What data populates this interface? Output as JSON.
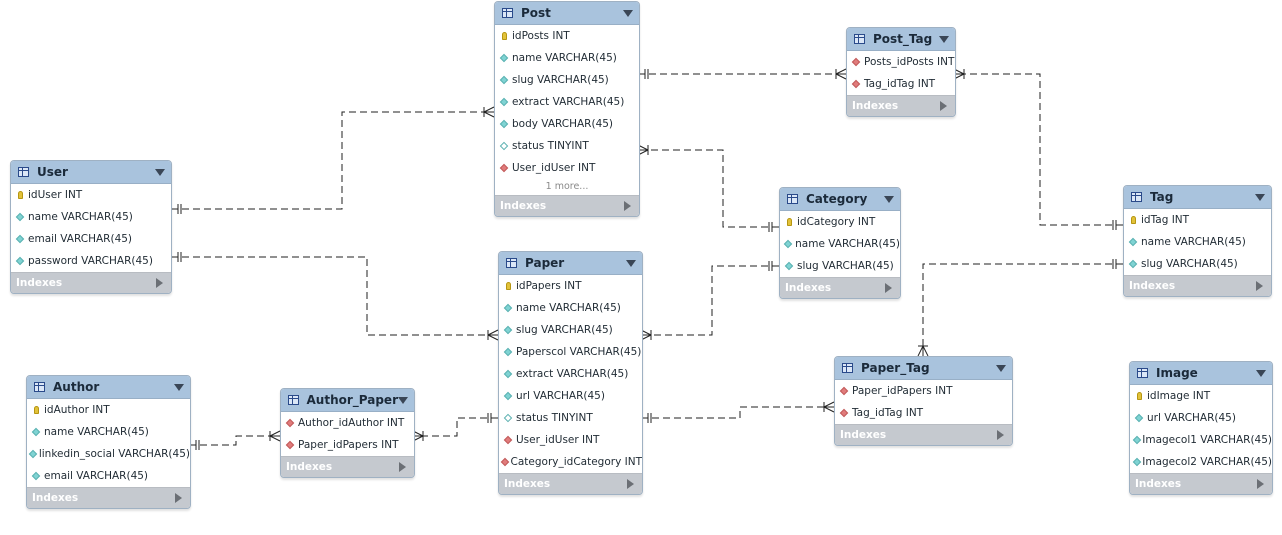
{
  "diagram": {
    "indexes_label": "Indexes",
    "tables": [
      {
        "id": "post",
        "name": "Post",
        "columns": [
          {
            "key": "pk",
            "text": "idPosts INT"
          },
          {
            "key": "col",
            "text": "name VARCHAR(45)"
          },
          {
            "key": "col",
            "text": "slug VARCHAR(45)"
          },
          {
            "key": "col",
            "text": "extract VARCHAR(45)"
          },
          {
            "key": "col",
            "text": "body VARCHAR(45)"
          },
          {
            "key": "null",
            "text": "status TINYINT"
          },
          {
            "key": "fk",
            "text": "User_idUser INT"
          }
        ],
        "more": "1 more..."
      },
      {
        "id": "post_tag",
        "name": "Post_Tag",
        "columns": [
          {
            "key": "fk",
            "text": "Posts_idPosts INT"
          },
          {
            "key": "fk",
            "text": "Tag_idTag INT"
          }
        ]
      },
      {
        "id": "user",
        "name": "User",
        "columns": [
          {
            "key": "pk",
            "text": "idUser INT"
          },
          {
            "key": "col",
            "text": "name VARCHAR(45)"
          },
          {
            "key": "col",
            "text": "email VARCHAR(45)"
          },
          {
            "key": "col",
            "text": "password VARCHAR(45)"
          }
        ]
      },
      {
        "id": "category",
        "name": "Category",
        "columns": [
          {
            "key": "pk",
            "text": "idCategory INT"
          },
          {
            "key": "col",
            "text": "name VARCHAR(45)"
          },
          {
            "key": "col",
            "text": "slug VARCHAR(45)"
          }
        ]
      },
      {
        "id": "tag",
        "name": "Tag",
        "columns": [
          {
            "key": "pk",
            "text": "idTag INT"
          },
          {
            "key": "col",
            "text": "name VARCHAR(45)"
          },
          {
            "key": "col",
            "text": "slug VARCHAR(45)"
          }
        ]
      },
      {
        "id": "paper",
        "name": "Paper",
        "columns": [
          {
            "key": "pk",
            "text": "idPapers INT"
          },
          {
            "key": "col",
            "text": "name VARCHAR(45)"
          },
          {
            "key": "col",
            "text": "slug VARCHAR(45)"
          },
          {
            "key": "col",
            "text": "Paperscol VARCHAR(45)"
          },
          {
            "key": "col",
            "text": "extract VARCHAR(45)"
          },
          {
            "key": "col",
            "text": "url VARCHAR(45)"
          },
          {
            "key": "null",
            "text": "status TINYINT"
          },
          {
            "key": "fk",
            "text": "User_idUser INT"
          },
          {
            "key": "fk",
            "text": "Category_idCategory INT"
          }
        ]
      },
      {
        "id": "paper_tag",
        "name": "Paper_Tag",
        "columns": [
          {
            "key": "fk",
            "text": "Paper_idPapers INT"
          },
          {
            "key": "fk",
            "text": "Tag_idTag INT"
          }
        ]
      },
      {
        "id": "author",
        "name": "Author",
        "columns": [
          {
            "key": "pk",
            "text": "idAuthor INT"
          },
          {
            "key": "col",
            "text": "name VARCHAR(45)"
          },
          {
            "key": "col",
            "text": "linkedin_social VARCHAR(45)"
          },
          {
            "key": "col",
            "text": "email VARCHAR(45)"
          }
        ]
      },
      {
        "id": "author_paper",
        "name": "Author_Paper",
        "columns": [
          {
            "key": "fk",
            "text": "Author_idAuthor INT"
          },
          {
            "key": "fk",
            "text": "Paper_idPapers INT"
          }
        ]
      },
      {
        "id": "image",
        "name": "Image",
        "columns": [
          {
            "key": "pk",
            "text": "idImage INT"
          },
          {
            "key": "col",
            "text": "url VARCHAR(45)"
          },
          {
            "key": "col",
            "text": "Imagecol1 VARCHAR(45)"
          },
          {
            "key": "col",
            "text": "Imagecol2 VARCHAR(45)"
          }
        ]
      }
    ],
    "relationships": [
      {
        "from": "user",
        "to": "post",
        "type": "one-to-many"
      },
      {
        "from": "post",
        "to": "post_tag",
        "type": "one-to-many"
      },
      {
        "from": "tag",
        "to": "post_tag",
        "type": "one-to-many"
      },
      {
        "from": "category",
        "to": "post",
        "type": "one-to-many"
      },
      {
        "from": "user",
        "to": "paper",
        "type": "one-to-many"
      },
      {
        "from": "category",
        "to": "paper",
        "type": "one-to-many"
      },
      {
        "from": "paper",
        "to": "paper_tag",
        "type": "one-to-many"
      },
      {
        "from": "tag",
        "to": "paper_tag",
        "type": "one-to-many"
      },
      {
        "from": "author",
        "to": "author_paper",
        "type": "one-to-many"
      },
      {
        "from": "paper",
        "to": "author_paper",
        "type": "one-to-many"
      }
    ]
  }
}
